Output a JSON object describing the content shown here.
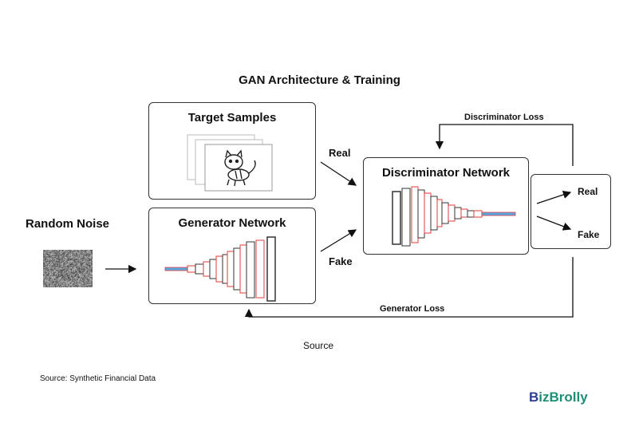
{
  "title": "GAN Architecture & Training",
  "target_samples": {
    "title": "Target Samples"
  },
  "generator": {
    "title": "Generator Network"
  },
  "discriminator": {
    "title": "Discriminator Network"
  },
  "random_noise": {
    "label": "Random Noise"
  },
  "flows": {
    "real_label": "Real",
    "fake_label": "Fake"
  },
  "outputs": {
    "real": "Real",
    "fake": "Fake"
  },
  "loss": {
    "discriminator": "Discriminator Loss",
    "generator": "Generator Loss"
  },
  "source_label": "Source",
  "footer_source": "Source: Synthetic Financial Data",
  "brand": {
    "prefix": "B",
    "name": "izBrolly"
  },
  "colors": {
    "brand_green": "#1e8f76",
    "brand_blue": "#2d3e8c",
    "layer_red": "#e23b3b",
    "layer_blue": "#5aa7e0"
  }
}
